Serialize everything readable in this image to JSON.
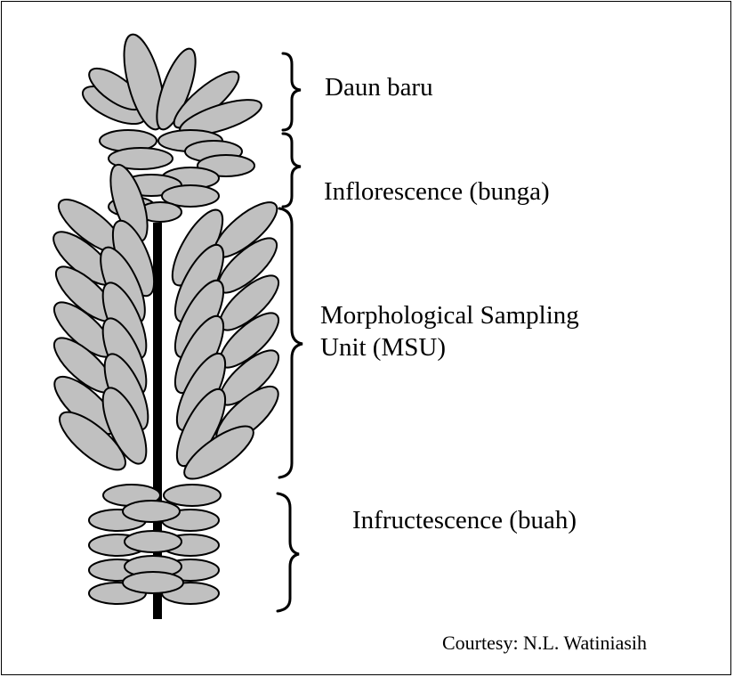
{
  "labels": {
    "new_leaves": "Daun baru",
    "inflorescence": "Inflorescence (bunga)",
    "msu_line1": "Morphological Sampling",
    "msu_line2": "Unit (MSU)",
    "infructescence": "Infructescence (buah)",
    "courtesy": "Courtesy: N.L. Watiniasih"
  },
  "colors": {
    "leaf_fill": "#c0c0c0",
    "outline": "#000000",
    "background": "#ffffff"
  }
}
